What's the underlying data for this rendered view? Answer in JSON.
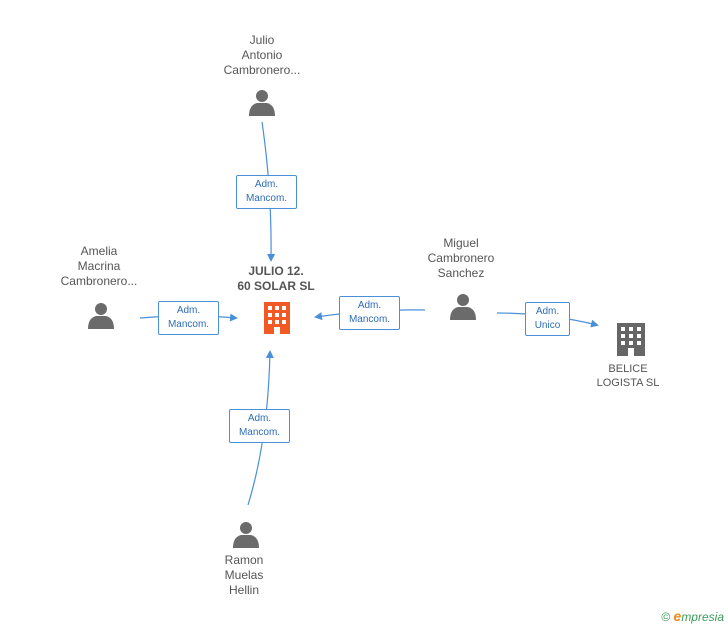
{
  "central": {
    "name": "JULIO 12.\n60 SOLAR SL",
    "color": "#f15a24"
  },
  "persons": [
    {
      "id": "julio",
      "name": "Julio\nAntonio\nCambronero..."
    },
    {
      "id": "amelia",
      "name": "Amelia\nMacrina\nCambronero..."
    },
    {
      "id": "miguel",
      "name": "Miguel\nCambronero\nSanchez"
    },
    {
      "id": "ramon",
      "name": "Ramon\nMuelas\nHellin"
    }
  ],
  "companies": [
    {
      "id": "belice",
      "name": "BELICE\nLOGISTA SL",
      "color": "#666666"
    }
  ],
  "relations": [
    {
      "id": "julio-central",
      "label": "Adm.\nMancom."
    },
    {
      "id": "amelia-central",
      "label": "Adm.\nMancom."
    },
    {
      "id": "miguel-central",
      "label": "Adm.\nMancom."
    },
    {
      "id": "ramon-central",
      "label": "Adm.\nMancom."
    },
    {
      "id": "miguel-belice",
      "label": "Adm.\nUnico"
    }
  ],
  "footer": {
    "copyright": "©",
    "brand_initial": "e",
    "brand_rest": "mpresia"
  },
  "colors": {
    "edge": "#4a90d9",
    "person": "#6b6b6b"
  }
}
